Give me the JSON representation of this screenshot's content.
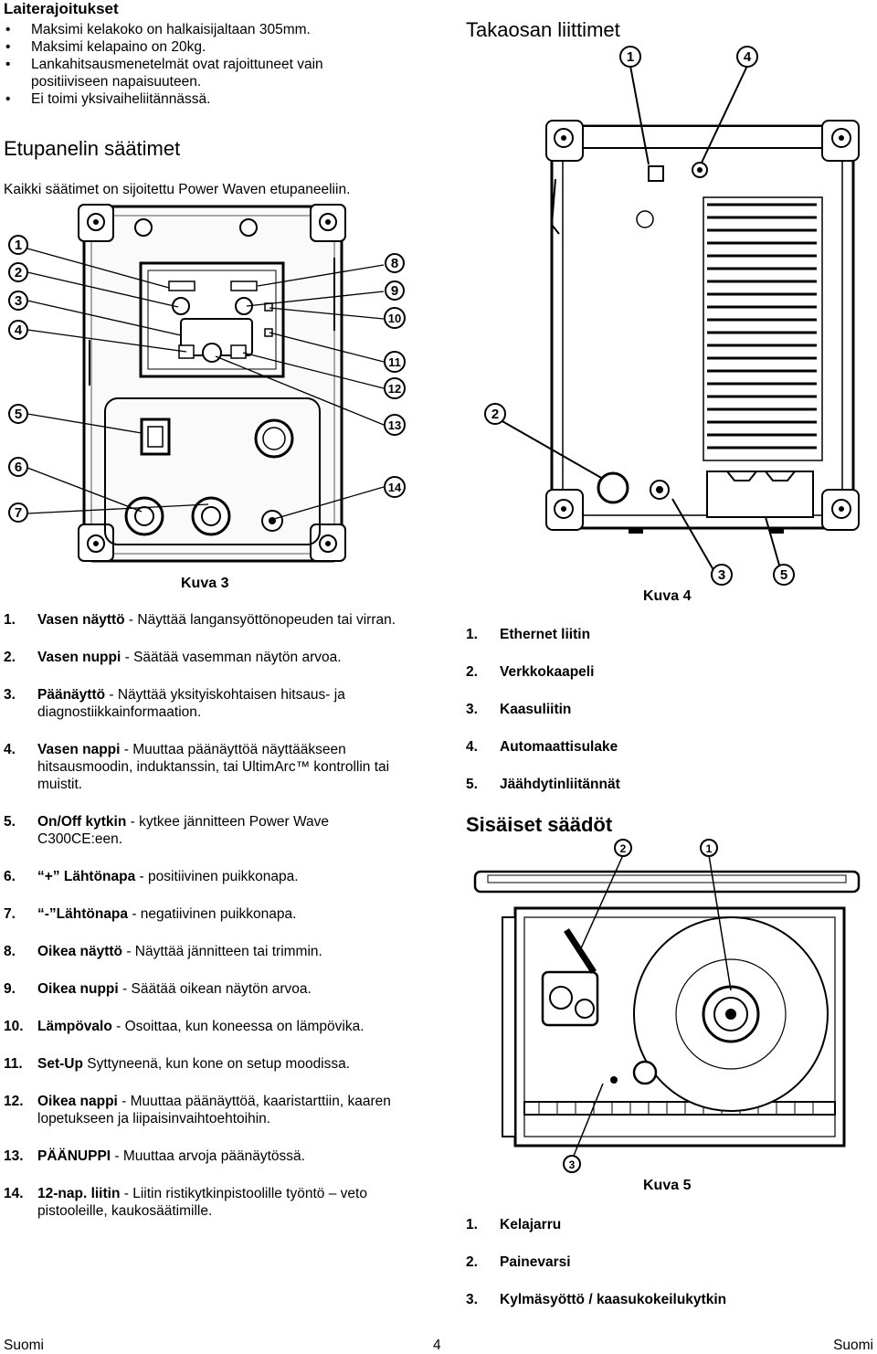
{
  "limits": {
    "heading": "Laiterajoitukset",
    "bullet_char": "•",
    "items": [
      "Maksimi kelakoko on halkaisijaltaan 305mm.",
      "Maksimi kelapaino on 20kg.",
      "Lankahitsausmenetelmät ovat rajoittuneet vain positiiviseen napaisuuteen.",
      "Ei toimi yksivaiheliitännässä."
    ]
  },
  "front": {
    "heading": "Etupanelin säätimet",
    "intro": "Kaikki säätimet on sijoitettu Power Waven etupaneeliin.",
    "caption": "Kuva 3",
    "callouts": [
      "1",
      "2",
      "3",
      "4",
      "5",
      "6",
      "7",
      "8",
      "9",
      "10",
      "11",
      "12",
      "13",
      "14"
    ],
    "items": [
      {
        "num": "1.",
        "bold": "Vasen näyttö",
        "text": " - Näyttää langansyöttönopeuden tai virran."
      },
      {
        "num": "2.",
        "bold": "Vasen nuppi",
        "text": " - Säätää vasemman näytön arvoa."
      },
      {
        "num": "3.",
        "bold": "Päänäyttö",
        "text": " - Näyttää yksityiskohtaisen hitsaus- ja diagnostiikkainformaation."
      },
      {
        "num": "4.",
        "bold": "Vasen nappi",
        "text": " - Muuttaa päänäyttöä näyttääkseen hitsausmoodin, induktanssin, tai UltimArc™ kontrollin tai muistit."
      },
      {
        "num": "5.",
        "bold": "On/Off kytkin",
        "text": " - kytkee jännitteen Power Wave C300CE:een."
      },
      {
        "num": "6.",
        "bold": "“+” Lähtönapa",
        "text": " - positiivinen puikkonapa."
      },
      {
        "num": "7.",
        "bold": "“-”Lähtönapa",
        "text": " - negatiivinen puikkonapa."
      },
      {
        "num": "8.",
        "bold": "Oikea näyttö",
        "text": " - Näyttää jännitteen tai trimmin."
      },
      {
        "num": "9.",
        "bold": "Oikea nuppi",
        "text": " - Säätää oikean näytön arvoa."
      },
      {
        "num": "10.",
        "bold": "Lämpövalo",
        "text": " - Osoittaa, kun koneessa on lämpövika."
      },
      {
        "num": "11.",
        "bold": "Set-Up",
        "text": "  Syttyneenä, kun kone on setup moodissa."
      },
      {
        "num": "12.",
        "bold": "Oikea nappi",
        "text": " - Muuttaa päänäyttöä, kaaristarttiin, kaaren lopetukseen ja liipaisinvaihtoehtoihin."
      },
      {
        "num": "13.",
        "bold": "PÄÄNUPPI",
        "text": " - Muuttaa arvoja päänäytössä."
      },
      {
        "num": "14.",
        "bold": "12-nap. liitin",
        "text": " - Liitin ristikytkinpistoolille työntö – veto pistooleille, kaukosäätimille."
      }
    ]
  },
  "rear": {
    "heading": "Takaosan liittimet",
    "caption": "Kuva 4",
    "callouts": [
      "1",
      "4",
      "2",
      "3",
      "5"
    ],
    "items": [
      {
        "num": "1.",
        "text": "Ethernet liitin"
      },
      {
        "num": "2.",
        "text": "Verkkokaapeli"
      },
      {
        "num": "3.",
        "text": "Kaasuliitin"
      },
      {
        "num": "4.",
        "text": "Automaattisulake"
      },
      {
        "num": "5.",
        "text": "Jäähdytinliitännät"
      }
    ]
  },
  "internal": {
    "heading": "Sisäiset säädöt",
    "caption": "Kuva 5",
    "callouts": [
      "2",
      "1",
      "3"
    ],
    "items": [
      {
        "num": "1.",
        "text": "Kelajarru"
      },
      {
        "num": "2.",
        "text": "Painevarsi"
      },
      {
        "num": "3.",
        "text": "Kylmäsyöttö / kaasukokeilukytkin"
      }
    ]
  },
  "footer": {
    "left": "Suomi",
    "page": "4",
    "right": "Suomi"
  }
}
